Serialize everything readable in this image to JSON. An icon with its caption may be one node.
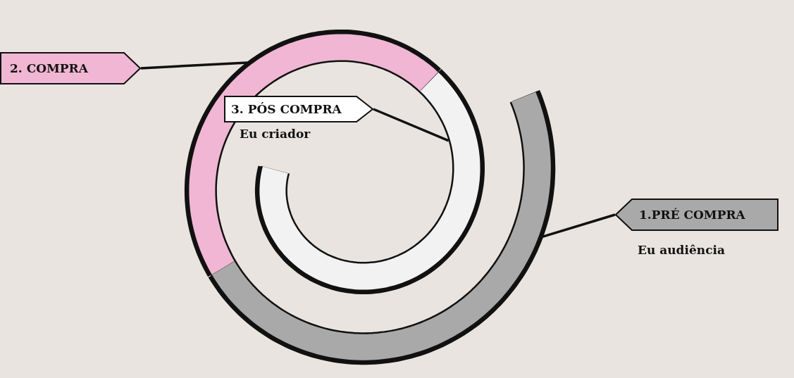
{
  "diagram": {
    "nodes": [
      {
        "text": [
          "2. COMPRA"
        ]
      },
      {
        "text": [
          "3. PÓS COMPRA"
        ],
        "beside": [
          "Eu criador"
        ]
      },
      {
        "text": [
          "1.PRÉ COMPRA"
        ],
        "beside": [
          "Eu audiência"
        ]
      },
      {
        "text": [],
        "shape": "bar"
      },
      {
        "text": [],
        "shape": "bar"
      },
      {
        "text": [],
        "shape": "bar"
      }
    ],
    "edges": [
      {
        "from": 0,
        "to": 3,
        "arrow": "none"
      },
      {
        "from": 1,
        "to": 4,
        "arrow": "none"
      },
      {
        "from": 2,
        "to": 5,
        "arrow": "none"
      }
    ]
  }
}
